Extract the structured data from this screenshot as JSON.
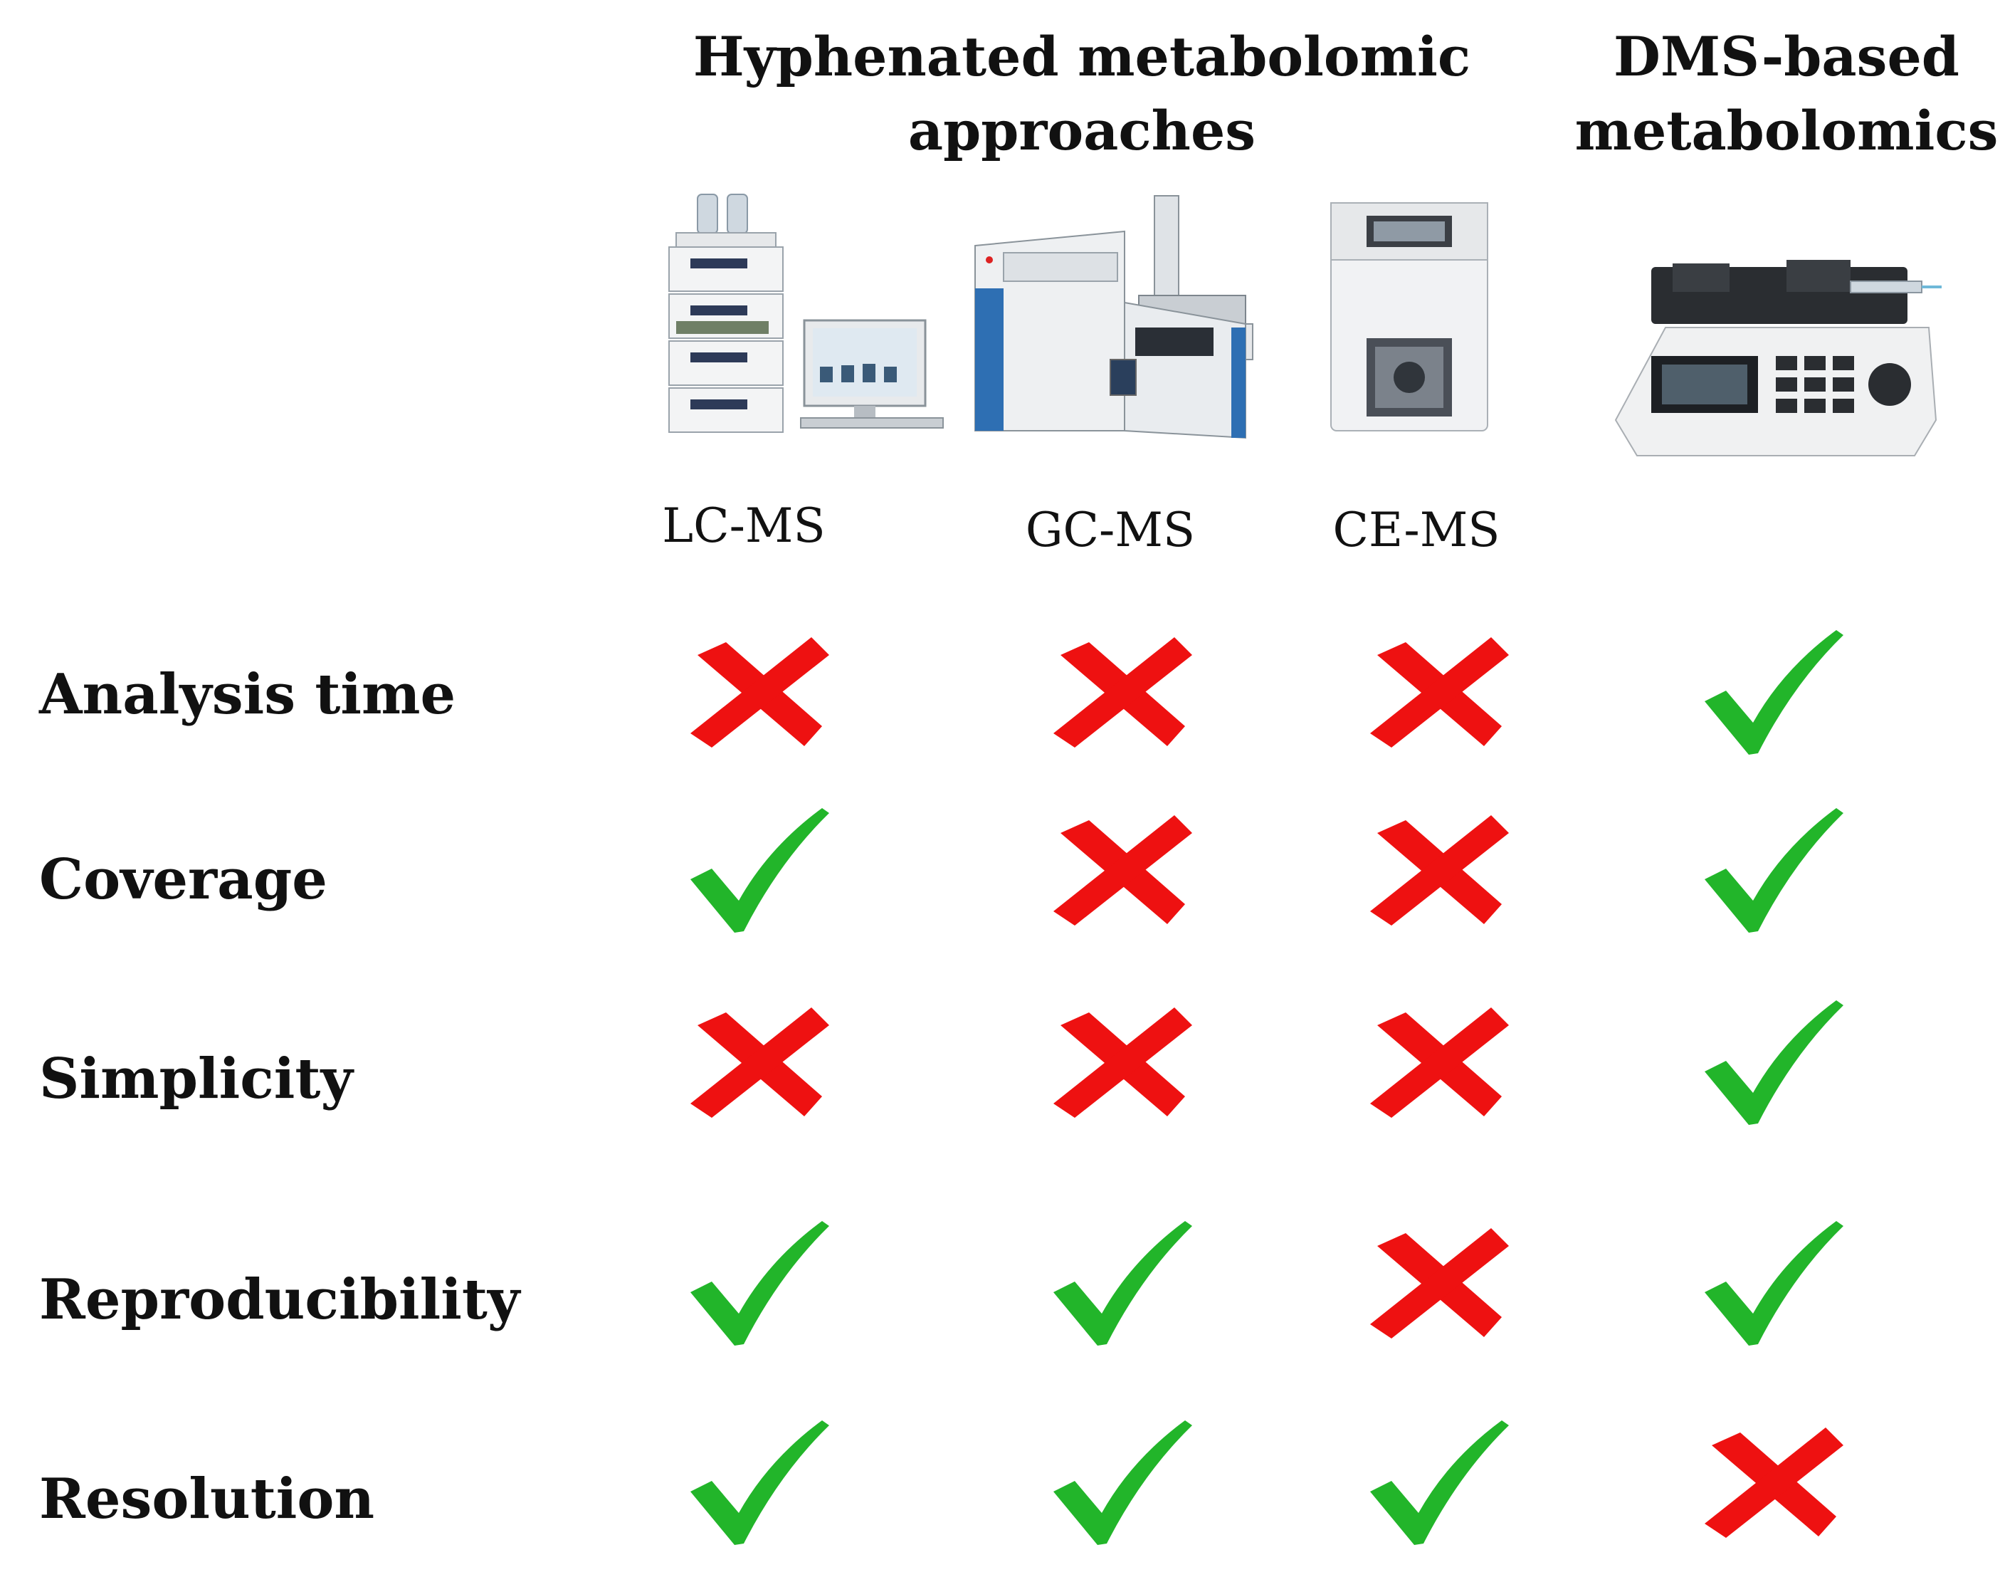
{
  "header": {
    "hyphenated_title": "Hyphenated metabolomic approaches",
    "dms_title": "DMS-based metabolomics"
  },
  "columns": [
    {
      "label": "LC-MS",
      "group": "hyphenated"
    },
    {
      "label": "GC-MS",
      "group": "hyphenated"
    },
    {
      "label": "CE-MS",
      "group": "hyphenated"
    },
    {
      "label": "",
      "group": "dms"
    }
  ],
  "rows": [
    {
      "label": "Analysis time",
      "marks": [
        "cross",
        "cross",
        "cross",
        "check"
      ]
    },
    {
      "label": "Coverage",
      "marks": [
        "check",
        "cross",
        "cross",
        "check"
      ]
    },
    {
      "label": "Simplicity",
      "marks": [
        "cross",
        "cross",
        "cross",
        "check"
      ]
    },
    {
      "label": "Reproducibility",
      "marks": [
        "check",
        "check",
        "cross",
        "check"
      ]
    },
    {
      "label": "Resolution",
      "marks": [
        "check",
        "check",
        "check",
        "cross"
      ]
    }
  ],
  "colors": {
    "check": "#22b52a",
    "cross": "#ee1111"
  },
  "icons": {
    "lc_ms": "lc-ms-instrument-icon",
    "gc_ms": "gc-ms-instrument-icon",
    "ce_ms": "ce-ms-instrument-icon",
    "dms": "syringe-pump-icon",
    "check": "check-mark-icon",
    "cross": "cross-mark-icon"
  }
}
